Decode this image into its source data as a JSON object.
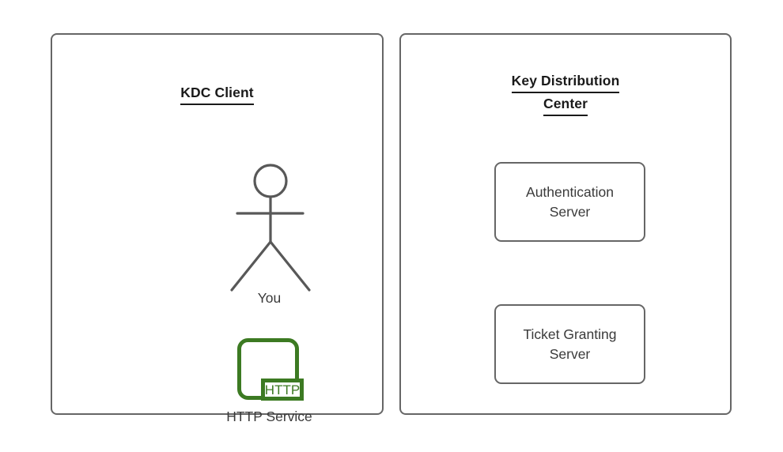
{
  "diagram": {
    "title_line_glue": " ",
    "panels": [
      {
        "id": "kdc-client",
        "title_lines": [
          "KDC Client"
        ]
      },
      {
        "id": "kdc",
        "title_lines": [
          "Key Distribution",
          "Center"
        ]
      }
    ]
  },
  "left_panel": {
    "title": "KDC Client",
    "actor": {
      "icon": "stick-figure-icon",
      "label": "You",
      "stroke_color": "#585858"
    },
    "service": {
      "icon": "http-service-icon",
      "badge_text": "HTTP",
      "label": "HTTP Service",
      "color": "#3c7a22"
    }
  },
  "right_panel": {
    "title_line_1": "Key Distribution",
    "title_line_2": "Center",
    "boxes": [
      {
        "id": "authentication-server",
        "line_1": "Authentication",
        "line_2": "Server"
      },
      {
        "id": "ticket-granting-server",
        "line_1": "Ticket Granting",
        "line_2": "Server"
      }
    ]
  },
  "colors": {
    "panel_border": "#666666",
    "box_border": "#666666",
    "title_text": "#1a1a1a",
    "body_text": "#3a3a3a",
    "figure_stroke": "#585858",
    "service_green": "#3c7a22",
    "background": "#ffffff"
  }
}
